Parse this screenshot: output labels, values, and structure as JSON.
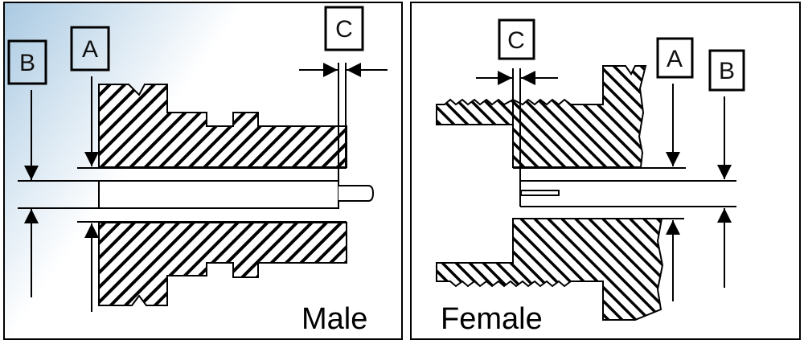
{
  "male": {
    "caption": "Male",
    "labels": {
      "a": "A",
      "b": "B",
      "c": "C"
    }
  },
  "female": {
    "caption": "Female",
    "labels": {
      "a": "A",
      "b": "B",
      "c": "C"
    }
  },
  "colors": {
    "line": "#000000",
    "panel_gradient": "#a9c9e2"
  }
}
